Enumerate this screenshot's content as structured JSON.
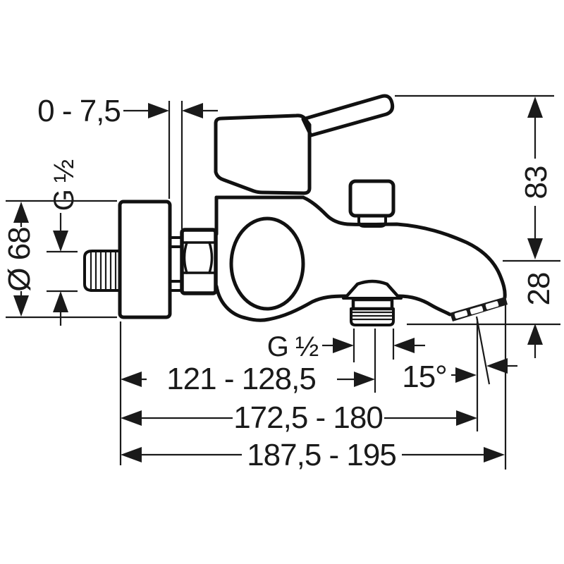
{
  "drawing": {
    "title": "bath-mixer-tap-dimensional-drawing",
    "labels": {
      "wall_plate_travel": "0 - 7,5",
      "inlet_thread": "G ½",
      "plate_diameter": "Ø 68",
      "handle_height": "83",
      "outlet_drop": "28",
      "shower_outlet_thread": "G ½",
      "spout_angle": "15°",
      "outlet_reach": "121 - 128,5",
      "aerator_reach": "172,5 - 180",
      "total_reach": "187,5 - 195"
    },
    "colors": {
      "line": "#111111",
      "dimension": "#1a1a1a",
      "background": "#ffffff"
    }
  }
}
